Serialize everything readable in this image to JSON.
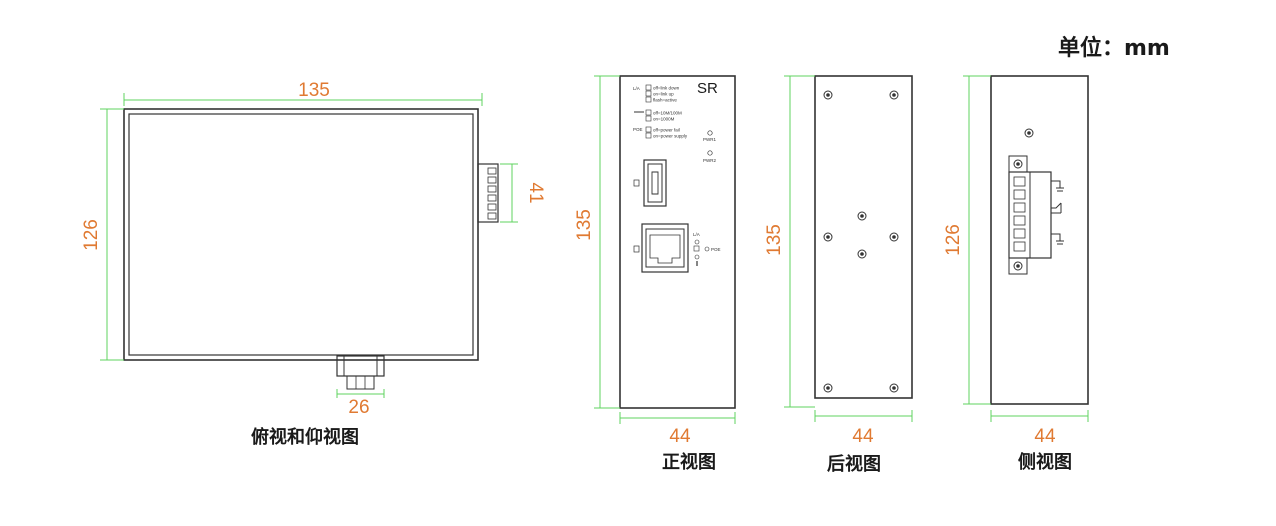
{
  "unit_label": "单位：mm",
  "colors": {
    "dimension_line": "#5fd35f",
    "dimension_text": "#e07a32",
    "outline": "#333333"
  },
  "views": {
    "top": {
      "caption": "俯视和仰视图",
      "width": "135",
      "height": "126",
      "connector_height": "41",
      "bottom_port_width": "26"
    },
    "front": {
      "caption": "正视图",
      "width": "44",
      "height": "135",
      "brand": "SR",
      "labels": {
        "la": "L/A",
        "link_down": "off=link down",
        "link_up": "on=link up",
        "flash": "flash=active",
        "speed_100": "off=10M/100M",
        "speed_1000": "on=1000M",
        "poe": "POE",
        "power_fail": "off=power fail",
        "power_supply": "on=power supply",
        "pwr1": "PWR1",
        "pwr2": "PWR2",
        "port_la": "L/A",
        "port_poe": "POE"
      }
    },
    "rear": {
      "caption": "后视图",
      "width": "44",
      "height": "135"
    },
    "side": {
      "caption": "侧视图",
      "width": "44",
      "height": "126"
    }
  }
}
